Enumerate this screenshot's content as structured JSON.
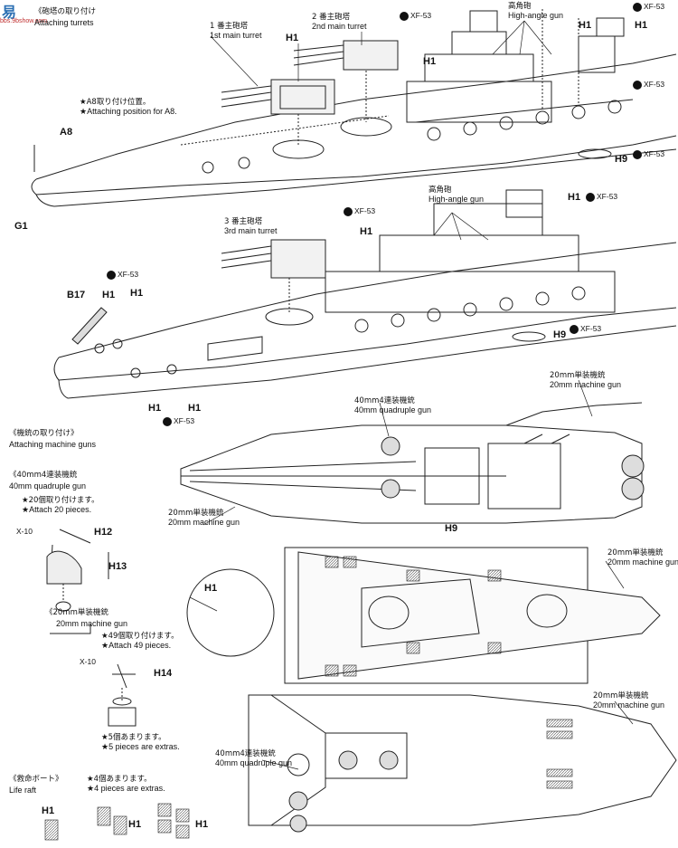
{
  "watermark": {
    "top": "易",
    "bottom": "bbs.9bshow.com"
  },
  "step_title": {
    "jp": "《砲塔の取り付け",
    "en": "Attaching turrets"
  },
  "turrets": {
    "t1_jp": "1 番主砲塔",
    "t1_en": "1st main turret",
    "t2_jp": "2 番主砲塔",
    "t2_en": "2nd main turret",
    "t3_jp": "3 番主砲塔",
    "t3_en": "3rd main turret"
  },
  "high_angle": {
    "jp": "高角砲",
    "en": "High-angle gun"
  },
  "a8_note": {
    "jp": "★A8取り付け位置。",
    "en": "★Attaching position for A8."
  },
  "paint": "XF-53",
  "parts": {
    "a8": "A8",
    "g1": "G1",
    "h1": "H1",
    "h9": "H9",
    "b17": "B17",
    "h12": "H12",
    "h13": "H13",
    "h14": "H14",
    "x10": "X-10"
  },
  "mg_section": {
    "jp": "《機銃の取り付け》",
    "en": "Attaching machine guns"
  },
  "quad": {
    "jp": "《40mm4連装機銃",
    "en": "40mm quadruple gun",
    "note_jp": "★20個取り付けます。",
    "note_en": "★Attach 20 pieces.",
    "label_jp": "40mm4連装機銃",
    "label_en": "40mm quadruple gun"
  },
  "single": {
    "jp": "《20mm単装機銃",
    "en": "20mm machine gun",
    "note_jp": "★49個取り付けます。",
    "note_en": "★Attach 49 pieces.",
    "extra_jp": "★5個あまります。",
    "extra_en": "★5 pieces are extras.",
    "label_jp": "20mm単装機銃",
    "label_en": "20mm machine gun"
  },
  "raft": {
    "jp": "《救命ボート》",
    "en": "Life raft",
    "extra_jp": "★4個あまります。",
    "extra_en": "★4 pieces are extras."
  }
}
